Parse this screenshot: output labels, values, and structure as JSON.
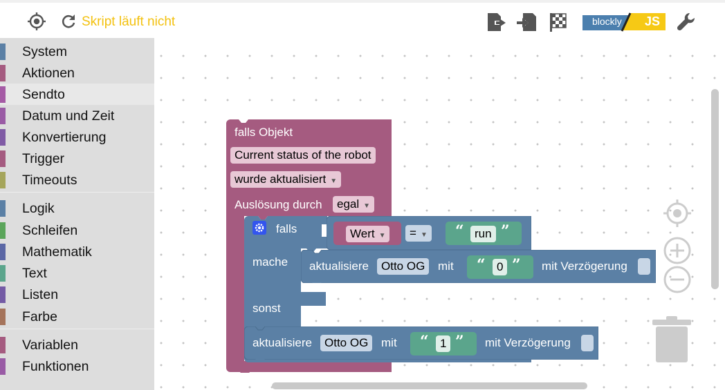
{
  "toolbar": {
    "status_text": "Skript läuft nicht",
    "badge_left": "blockly",
    "badge_right": "JS",
    "icons": [
      "crosshair-icon",
      "refresh-icon",
      "export-icon",
      "import-icon",
      "checkered-flag-icon",
      "wrench-icon"
    ]
  },
  "colors": {
    "status_text": "#f3c10f",
    "event_block": "#a55b80",
    "logic_block": "#5b80a5",
    "text_block": "#5ba58c",
    "var_block": "#a55b80"
  },
  "sidebar": {
    "categories": [
      {
        "label": "System",
        "color": "#5b80a5"
      },
      {
        "label": "Aktionen",
        "color": "#a55b80"
      },
      {
        "label": "Sendto",
        "color": "#a55ba5"
      },
      {
        "label": "Datum und Zeit",
        "color": "#9a5ba5"
      },
      {
        "label": "Konvertierung",
        "color": "#805ba5"
      },
      {
        "label": "Trigger",
        "color": "#a55b80"
      },
      {
        "label": "Timeouts",
        "color": "#a5a55b"
      },
      {
        "label": "Logik",
        "color": "#5b80a5"
      },
      {
        "label": "Schleifen",
        "color": "#5ba55b"
      },
      {
        "label": "Mathematik",
        "color": "#5b67a5"
      },
      {
        "label": "Text",
        "color": "#5ba58c"
      },
      {
        "label": "Listen",
        "color": "#745ba5"
      },
      {
        "label": "Farbe",
        "color": "#a5745b"
      },
      {
        "label": "Variablen",
        "color": "#a55b80"
      },
      {
        "label": "Funktionen",
        "color": "#995ba5"
      }
    ]
  },
  "blocks": {
    "trigger": {
      "title": "falls Objekt",
      "object_name": "Current status of the robot",
      "condition": "wurde aktualisiert",
      "trigger_label": "Auslösung durch",
      "trigger_value": "egal"
    },
    "if_block": {
      "if_label": "falls",
      "do_label": "mache",
      "else_label": "sonst",
      "compare_var": "Wert",
      "compare_op": "=",
      "compare_text": "run"
    },
    "update_then": {
      "label": "aktualisiere",
      "object": "Otto OG",
      "with_label": "mit",
      "value": "0",
      "delay_label": "mit Verzögerung"
    },
    "update_after": {
      "label": "aktualisiere",
      "object": "Otto OG",
      "with_label": "mit",
      "value": "1",
      "delay_label": "mit Verzögerung"
    }
  }
}
